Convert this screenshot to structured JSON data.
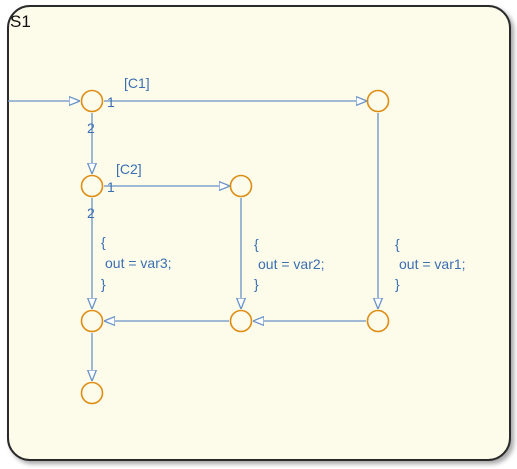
{
  "chart": {
    "state_name": "S1",
    "colors": {
      "background": "#fdfbea",
      "border": "#2b2b2b",
      "transition": "#6a94c9",
      "label": "#3a6fb3",
      "junction": "#dd8c12"
    },
    "conditions": {
      "c1": "[C1]",
      "c2": "[C2]"
    },
    "priorities": {
      "j1_first": "1",
      "j1_second": "2",
      "j2_first": "1",
      "j2_second": "2"
    },
    "actions": {
      "a1": {
        "open": "{",
        "stmt": "out = var1;",
        "close": "}"
      },
      "a2": {
        "open": "{",
        "stmt": "out = var2;",
        "close": "}"
      },
      "a3": {
        "open": "{",
        "stmt": "out = var3;",
        "close": "}"
      }
    }
  }
}
